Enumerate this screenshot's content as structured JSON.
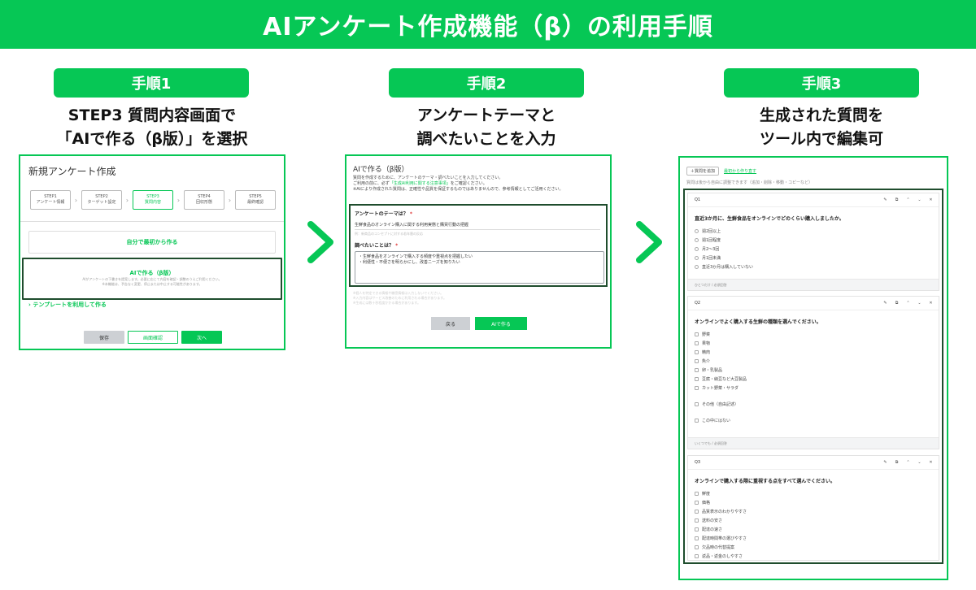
{
  "banner": {
    "title": "AIアンケート作成機能（β）の利用手順"
  },
  "steps": [
    {
      "label": "手順1",
      "desc_line1": "STEP3 質問内容画面で",
      "desc_line2": "「AIで作る（β版）」を選択"
    },
    {
      "label": "手順2",
      "desc_line1": "アンケートテーマと",
      "desc_line2": "調べたいことを入力"
    },
    {
      "label": "手順3",
      "desc_line1": "生成された質問を",
      "desc_line2": "ツール内で編集可"
    }
  ],
  "panel1": {
    "title": "新規アンケート作成",
    "steps": [
      {
        "num": "STEP1",
        "name": "アンケート情報"
      },
      {
        "num": "STEP2",
        "name": "ターゲット設定"
      },
      {
        "num": "STEP3",
        "name": "質問内容"
      },
      {
        "num": "STEP4",
        "name": "回収形態"
      },
      {
        "num": "STEP5",
        "name": "最終確認"
      }
    ],
    "scratch_label": "自分で最初から作る",
    "ai_label": "AIで作る（β版）",
    "ai_note1": "AIがアンケートの下書きを提案します。必要に応じて内容を確認・調整のうえご利用ください。",
    "ai_note2": "※本機能は、予告なく変更、停止または中止する可能性があります。",
    "template_label": "テンプレートを利用して作る",
    "btn_save": "保存",
    "btn_preview": "画面確認",
    "btn_next": "次へ"
  },
  "panel2": {
    "title": "AIで作る（β版）",
    "intro1": "質問を作成するために、アンケートのテーマ・調べたいことを入力してください。",
    "intro2a": "ご利用の前に、必ず",
    "intro2_link": "「生成AI利用に関する注意事項」",
    "intro2b": "をご確認ください。",
    "intro3": "※AIにより作成された質問は、正確性や品質を保証するものではありませんので、参考情報としてご活用ください。",
    "theme_label": "アンケートのテーマは？",
    "required_mark": "*",
    "theme_value": "生鮮食品のオンライン購入に関する利用実態と購買行動の把握",
    "theme_hint": "例：新商品のコンセプトに対する若年層の反応",
    "wish_label": "調べたいことは？",
    "wish_line1": "・生鮮食品をオンラインで購入する頻度や重視点を把握したい",
    "wish_line2": "・利便性・不便さを明らかにし、改善ニーズを知りたい",
    "after_line1": "※個人を特定できる情報や機密情報は入力しないでください。",
    "after_line2": "※入力内容はサービス改善のために利用される場合があります。",
    "after_line3": "※生成には数十秒程度かかる場合があります。",
    "btn_back": "戻る",
    "btn_make": "AIで作る"
  },
  "panel3": {
    "add_btn": "＋質問を追加",
    "restart_link": "最初から作り直す",
    "note": "質問は後から自由に調整できます（追加・削除・移動・コピーなど）",
    "tool_icons": {
      "edit": "✎",
      "copy": "⧉",
      "up": "⌃",
      "down": "⌄",
      "close": "✕"
    },
    "questions": [
      {
        "num": "Q1",
        "text": "直近3か月に、生鮮食品をオンラインでどのくらい購入しましたか。",
        "options": [
          "週2回以上",
          "週1回程度",
          "月2〜3回",
          "月1回未満",
          "直近3か月は購入していない"
        ],
        "footer": "ひとつだけ / 必須回答"
      },
      {
        "num": "Q2",
        "text": "オンラインでよく購入する生鮮の種類を選んでください。",
        "options": [
          "野菜",
          "果物",
          "精肉",
          "魚介",
          "卵・乳製品",
          "豆腐・納豆など大豆製品",
          "カット野菜・サラダ"
        ],
        "extra_options": [
          "その他（自由記述）",
          "この中にはない"
        ],
        "footer": "いくつでも / 必須回答"
      },
      {
        "num": "Q3",
        "text": "オンラインで購入する際に重視する点をすべて選んでください。",
        "options": [
          "鮮度",
          "価格",
          "品質表示のわかりやすさ",
          "送料の安さ",
          "配達の速さ",
          "配達時間帯の選びやすさ",
          "欠品時の代替提案",
          "返品・返金のしやすさ"
        ]
      }
    ]
  }
}
